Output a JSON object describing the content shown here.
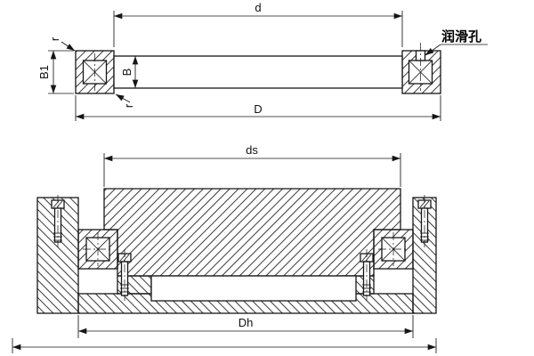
{
  "top_view": {
    "dims": {
      "d": "d",
      "D": "D",
      "B1": "B1",
      "B": "B",
      "r_top": "r",
      "r_bottom": "r"
    },
    "lubrication_hole_label": "润滑孔"
  },
  "bottom_view": {
    "dims": {
      "ds": "ds",
      "Dh": "Dh"
    }
  },
  "colors": {
    "line": "#161616",
    "hatch": "#3a3a3a",
    "background": "#ffffff"
  }
}
